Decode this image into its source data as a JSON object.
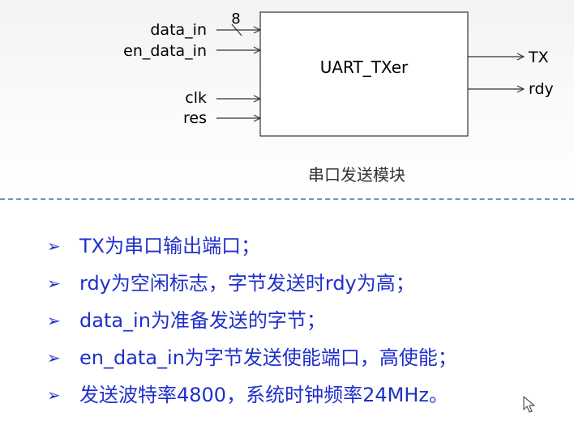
{
  "diagram": {
    "module_name": "UART_TXer",
    "caption": "串口发送模块",
    "inputs": [
      "data_in",
      "en_data_in",
      "clk",
      "res"
    ],
    "outputs": [
      "TX",
      "rdy"
    ],
    "bus_width": "8"
  },
  "bullets": [
    "TX为串口输出端口；",
    "rdy为空闲标志，字节发送时rdy为高；",
    "data_in为准备发送的字节；",
    "en_data_in为字节发送使能端口，高使能；",
    "发送波特率4800，系统时钟频率24MHz。"
  ],
  "icons": {
    "bullet": "arrow-bullet-icon",
    "cursor": "mouse-pointer-icon"
  },
  "colors": {
    "bullet_text": "#1f2fcc",
    "divider": "#5b9bd5",
    "diagram_line": "#333333"
  }
}
